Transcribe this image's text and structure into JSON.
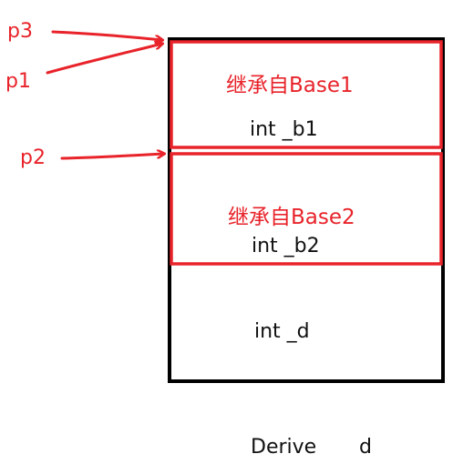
{
  "colors": {
    "accent": "#e8232a",
    "outline": "#000000",
    "text": "#111111"
  },
  "pointers": {
    "p3": "p3",
    "p1": "p1",
    "p2": "p2"
  },
  "regions": {
    "base1": {
      "heading": "继承自Base1",
      "member": "int _b1"
    },
    "base2": {
      "heading": "继承自Base2",
      "member": "int _b2"
    },
    "derived": {
      "member": "int _d"
    }
  },
  "caption": {
    "type_name": "Derive",
    "var_name": "d"
  }
}
